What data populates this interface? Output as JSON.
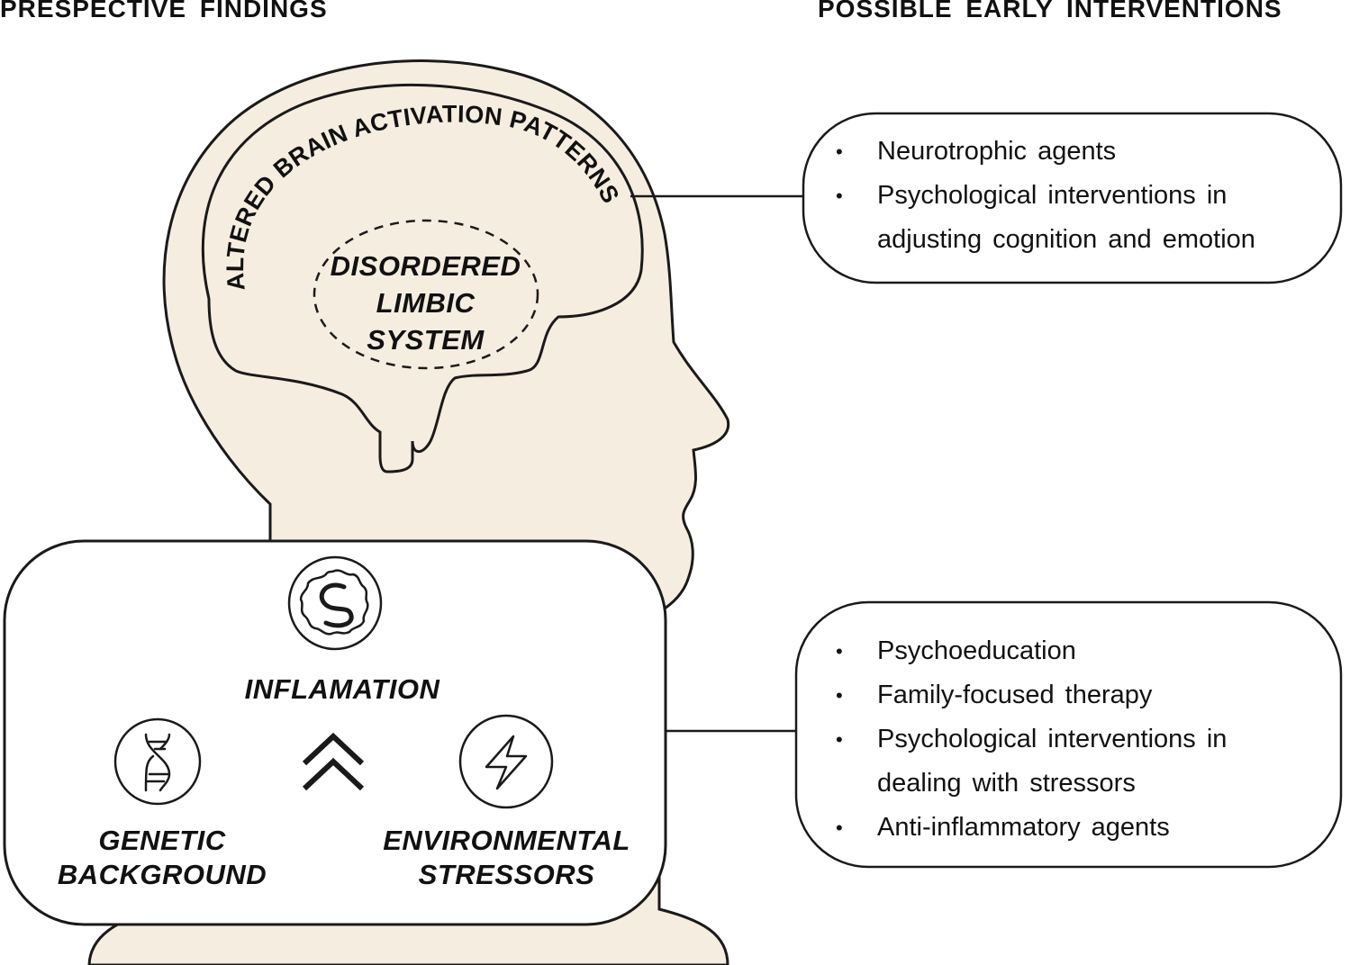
{
  "headings": {
    "left": "PRESPECTIVE FINDINGS",
    "right": "POSSIBLE EARLY INTERVENTIONS"
  },
  "brain": {
    "outer_label": "ALTERED BRAIN ACTIVATION PATTERNS",
    "inner_label": [
      "DISORDERED",
      "LIMBIC",
      "SYSTEM"
    ]
  },
  "factors": {
    "inflammation": "INFLAMATION",
    "genetic": [
      "GENETIC",
      "BACKGROUND"
    ],
    "environmental": [
      "ENVIRONMENTAL",
      "STRESSORS"
    ]
  },
  "interventions_top": [
    [
      "Neurotrophic agents"
    ],
    [
      "Psychological interventions in",
      "adjusting cognition and emotion"
    ]
  ],
  "interventions_bottom": [
    [
      "Psychoeducation"
    ],
    [
      "Family-focused therapy"
    ],
    [
      "Psychological interventions in",
      "dealing with stressors"
    ],
    [
      "Anti-inflammatory agents"
    ]
  ],
  "icons": {
    "inflammation": "cell-icon",
    "genetic": "dna-icon",
    "environmental": "lightning-icon",
    "arrow": "double-chevron-up-icon"
  },
  "colors": {
    "head_fill": "#f5ede0",
    "stroke": "#1a1a1a",
    "background": "#ffffff"
  }
}
